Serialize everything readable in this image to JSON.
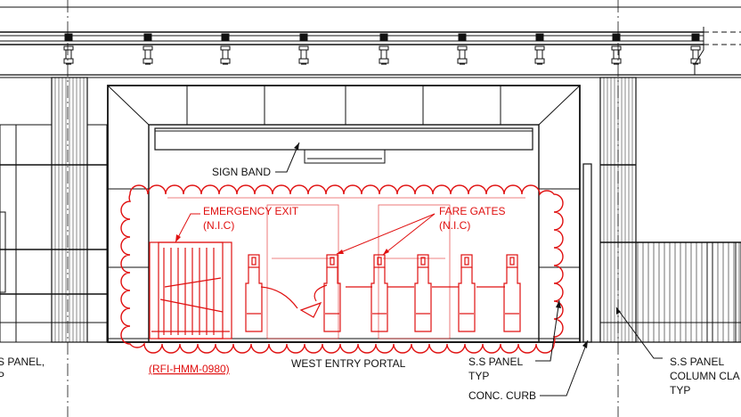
{
  "labels": {
    "sign_band": "SIGN BAND",
    "west_entry_portal": "WEST ENTRY PORTAL",
    "ss_panel_typ": [
      "S.S PANEL",
      "TYP"
    ],
    "conc_curb": "CONC. CURB",
    "ss_panel_column_cladding": [
      "S.S PANEL",
      "COLUMN CLA",
      "TYP"
    ],
    "left_cutoff": [
      "S PANEL,",
      "P"
    ]
  },
  "markups": {
    "emergency_exit": [
      "EMERGENCY EXIT",
      "(N.I.C)"
    ],
    "fare_gates": [
      "FARE GATES",
      "(N.I.C)"
    ],
    "rfi_reference": "(RFI-HMM-0980)"
  },
  "colors": {
    "line": "#111111",
    "markup": "#e01010",
    "background": "#ffffff"
  }
}
